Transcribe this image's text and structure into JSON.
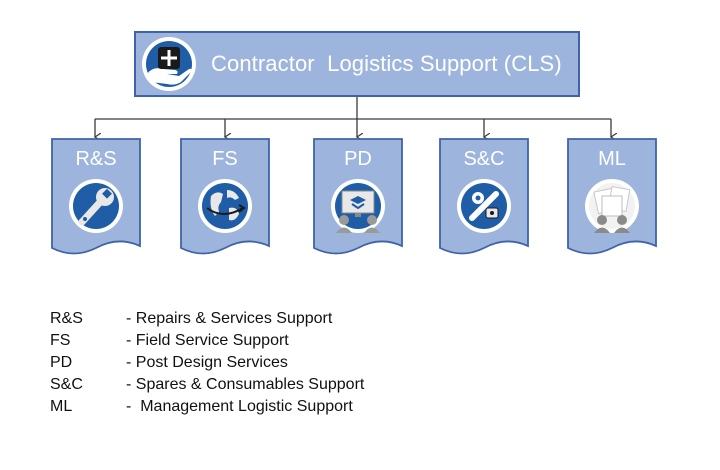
{
  "root": {
    "title": "Contractor  Logistics Support (CLS)",
    "icon": "hand-with-plus-icon"
  },
  "categories": [
    {
      "label": "R&S",
      "icon": "wrench-icon"
    },
    {
      "label": "FS",
      "icon": "globe-icon"
    },
    {
      "label": "PD",
      "icon": "design-screen-icon"
    },
    {
      "label": "S&C",
      "icon": "spare-parts-icon"
    },
    {
      "label": "ML",
      "icon": "documents-icon"
    }
  ],
  "legend": [
    {
      "abbr": "R&S",
      "desc": "- Repairs & Services Support"
    },
    {
      "abbr": "FS",
      "desc": "- Field Service Support"
    },
    {
      "abbr": "PD",
      "desc": "- Post Design Services"
    },
    {
      "abbr": "S&C",
      "desc": "- Spares & Consumables Support"
    },
    {
      "abbr": "ML",
      "desc": "-  Management Logistic Support"
    }
  ],
  "colors": {
    "box_fill": "#9db4dd",
    "box_border": "#3f63a8",
    "icon_blue": "#1f5da6",
    "connector": "#3a3a3a"
  }
}
